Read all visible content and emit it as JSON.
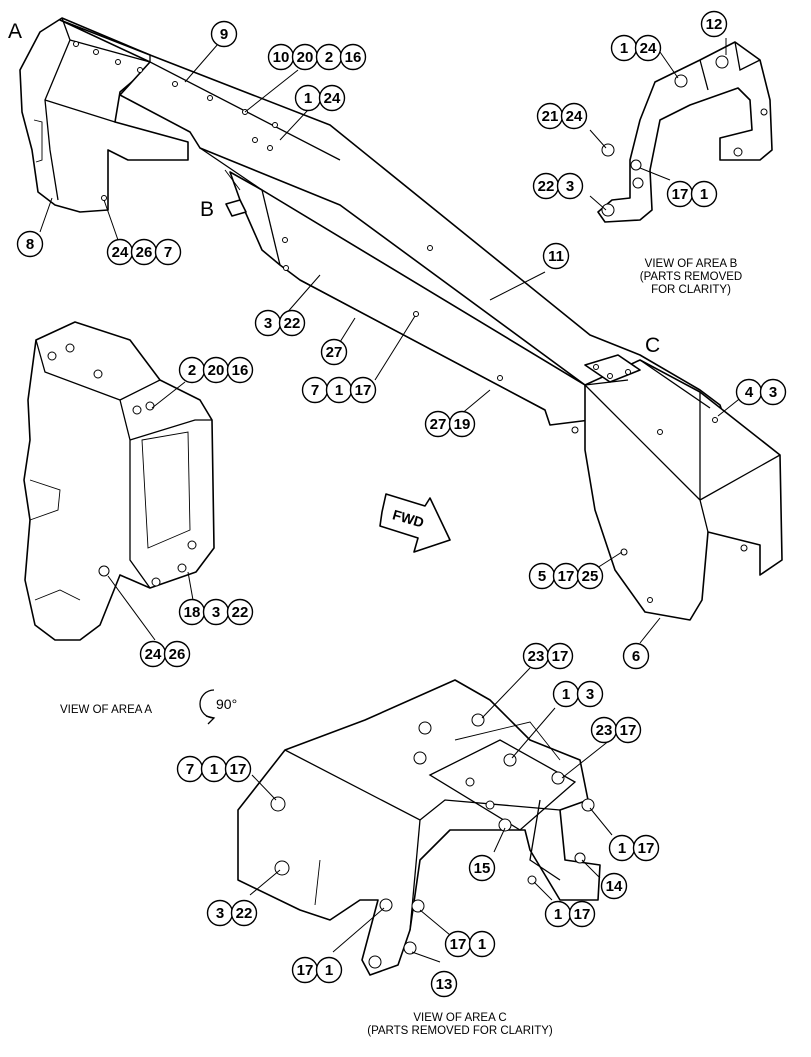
{
  "area_letters": [
    "A",
    "B",
    "C"
  ],
  "captions": {
    "view_a": "VIEW OF AREA A",
    "view_b_line1": "VIEW OF AREA B",
    "view_b_line2": "(PARTS REMOVED",
    "view_b_line3": "FOR CLARITY)",
    "view_c_line1": "VIEW OF AREA C",
    "view_c_line2": "(PARTS REMOVED FOR CLARITY)"
  },
  "fwd_arrow": "FWD",
  "rotation": "90°",
  "callouts": [
    {
      "id": "c9",
      "numbers": [
        "9"
      ]
    },
    {
      "id": "c10",
      "numbers": [
        "10",
        "20",
        "2",
        "16"
      ]
    },
    {
      "id": "c1a",
      "numbers": [
        "1",
        "24"
      ]
    },
    {
      "id": "c8",
      "numbers": [
        "8"
      ]
    },
    {
      "id": "c24a",
      "numbers": [
        "24",
        "26",
        "7"
      ]
    },
    {
      "id": "c11",
      "numbers": [
        "11"
      ]
    },
    {
      "id": "c3a",
      "numbers": [
        "3",
        "22"
      ]
    },
    {
      "id": "c27",
      "numbers": [
        "27"
      ]
    },
    {
      "id": "c7a",
      "numbers": [
        "7",
        "1",
        "17"
      ]
    },
    {
      "id": "c27b",
      "numbers": [
        "27",
        "19"
      ]
    },
    {
      "id": "c4",
      "numbers": [
        "4",
        "3"
      ]
    },
    {
      "id": "c5",
      "numbers": [
        "5",
        "17",
        "25"
      ]
    },
    {
      "id": "c6",
      "numbers": [
        "6"
      ]
    },
    {
      "id": "c12",
      "numbers": [
        "12"
      ]
    },
    {
      "id": "c1b",
      "numbers": [
        "1",
        "24"
      ]
    },
    {
      "id": "c21",
      "numbers": [
        "21",
        "24"
      ]
    },
    {
      "id": "c22",
      "numbers": [
        "22",
        "3"
      ]
    },
    {
      "id": "c17a",
      "numbers": [
        "17",
        "1"
      ]
    },
    {
      "id": "c2",
      "numbers": [
        "2",
        "20",
        "16"
      ]
    },
    {
      "id": "c18",
      "numbers": [
        "18",
        "3",
        "22"
      ]
    },
    {
      "id": "c24b",
      "numbers": [
        "24",
        "26"
      ]
    },
    {
      "id": "c23a",
      "numbers": [
        "23",
        "17"
      ]
    },
    {
      "id": "c1c",
      "numbers": [
        "1",
        "3"
      ]
    },
    {
      "id": "c23b",
      "numbers": [
        "23",
        "17"
      ]
    },
    {
      "id": "c7b",
      "numbers": [
        "7",
        "1",
        "17"
      ]
    },
    {
      "id": "c1d",
      "numbers": [
        "1",
        "17"
      ]
    },
    {
      "id": "c15",
      "numbers": [
        "15"
      ]
    },
    {
      "id": "c14",
      "numbers": [
        "14"
      ]
    },
    {
      "id": "c1e",
      "numbers": [
        "1",
        "17"
      ]
    },
    {
      "id": "c3b",
      "numbers": [
        "3",
        "22"
      ]
    },
    {
      "id": "c17b",
      "numbers": [
        "17",
        "1"
      ]
    },
    {
      "id": "c17c",
      "numbers": [
        "17",
        "1"
      ]
    },
    {
      "id": "c13",
      "numbers": [
        "13"
      ]
    }
  ]
}
